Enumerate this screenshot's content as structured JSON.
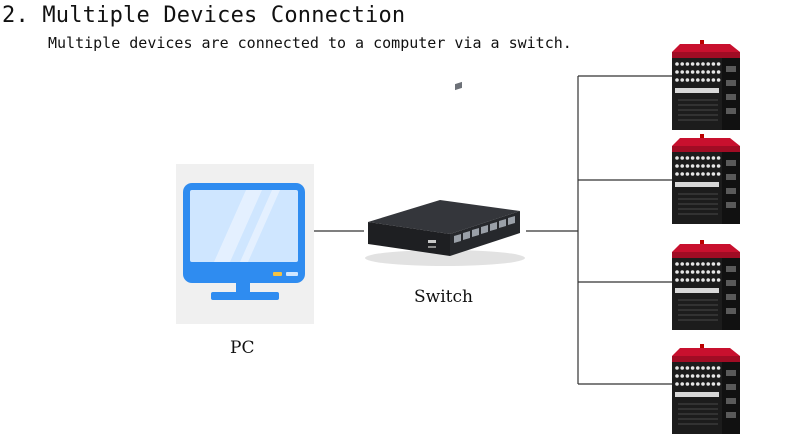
{
  "section": {
    "number": "2.",
    "title": "Multiple Devices Connection",
    "description": "Multiple devices are connected to a computer via a switch."
  },
  "nodes": {
    "pc_label": "PC",
    "switch_label": "Switch"
  },
  "devices": [
    {
      "icon": "firing-system-device-icon"
    },
    {
      "icon": "firing-system-device-icon"
    },
    {
      "icon": "firing-system-device-icon"
    },
    {
      "icon": "firing-system-device-icon"
    }
  ],
  "colors": {
    "line": "#333333",
    "monitor_blue": "#2f8cf0",
    "screen_light": "#cfe6ff",
    "device_red": "#c8102e",
    "device_body": "#1c1c1c",
    "switch_body": "#1e1f22"
  }
}
